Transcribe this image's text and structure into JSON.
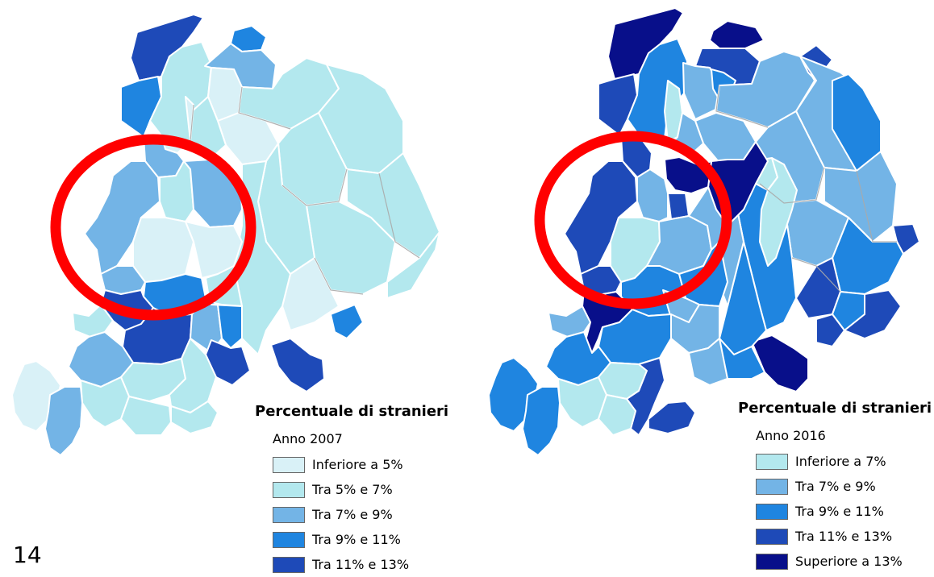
{
  "palette": {
    "very_light": "#d9f1f7",
    "light": "#b3e8ee",
    "medium_light": "#73b4e6",
    "medium": "#1f85e0",
    "dark": "#1e4ab8",
    "very_dark": "#080f8a",
    "highlight_circle": "#ff0000",
    "border": "#ffffff",
    "inner_border": "#aaaaaa"
  },
  "maps": [
    {
      "id": "left",
      "legend": {
        "title": "Percentuale di stranieri",
        "subtitle": "Anno 2007",
        "items": [
          {
            "label": "Inferiore a 5%",
            "color": "#d9f1f7"
          },
          {
            "label": "Tra 5% e 7%",
            "color": "#b3e8ee"
          },
          {
            "label": "Tra 7% e 9%",
            "color": "#73b4e6"
          },
          {
            "label": "Tra 9% e 11%",
            "color": "#1f85e0"
          },
          {
            "label": "Tra 11% e 13%",
            "color": "#1e4ab8"
          }
        ]
      }
    },
    {
      "id": "right",
      "legend": {
        "title": "Percentuale di stranieri",
        "subtitle": "Anno 2016",
        "items": [
          {
            "label": "Inferiore a 7%",
            "color": "#b3e8ee"
          },
          {
            "label": "Tra 7% e 9%",
            "color": "#73b4e6"
          },
          {
            "label": "Tra 9% e 11%",
            "color": "#1f85e0"
          },
          {
            "label": "Tra 11% e 13%",
            "color": "#1e4ab8"
          },
          {
            "label": "Superiore a 13%",
            "color": "#080f8a"
          }
        ]
      }
    }
  ],
  "page_number": "14"
}
